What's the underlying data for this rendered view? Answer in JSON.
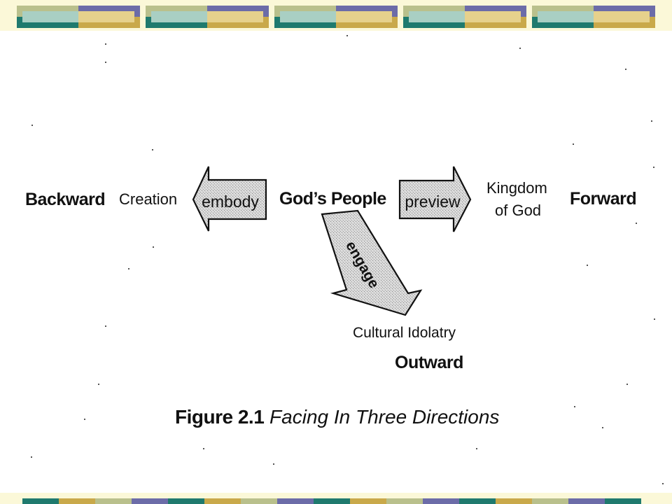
{
  "colors": {
    "band": "#fbf8d8",
    "teal": "#1f7a6e",
    "mustard": "#c9a94a",
    "slate": "#6c6ca8",
    "sage": "#b9c08c",
    "paleteal": "#a9cfc3",
    "palegold": "#e6d18c",
    "arrow_fill": "#d6d6d6",
    "text": "#111111"
  },
  "diagram": {
    "backward": "Backward",
    "creation": "Creation",
    "embody": "embody",
    "gods_people": "God’s People",
    "preview": "preview",
    "kingdom_line1": "Kingdom",
    "kingdom_line2": "of God",
    "forward": "Forward",
    "engage": "engage",
    "cultural_idolatry": "Cultural Idolatry",
    "outward": "Outward"
  },
  "caption": {
    "label": "Figure 2.1",
    "title": "Facing In Three Directions"
  }
}
